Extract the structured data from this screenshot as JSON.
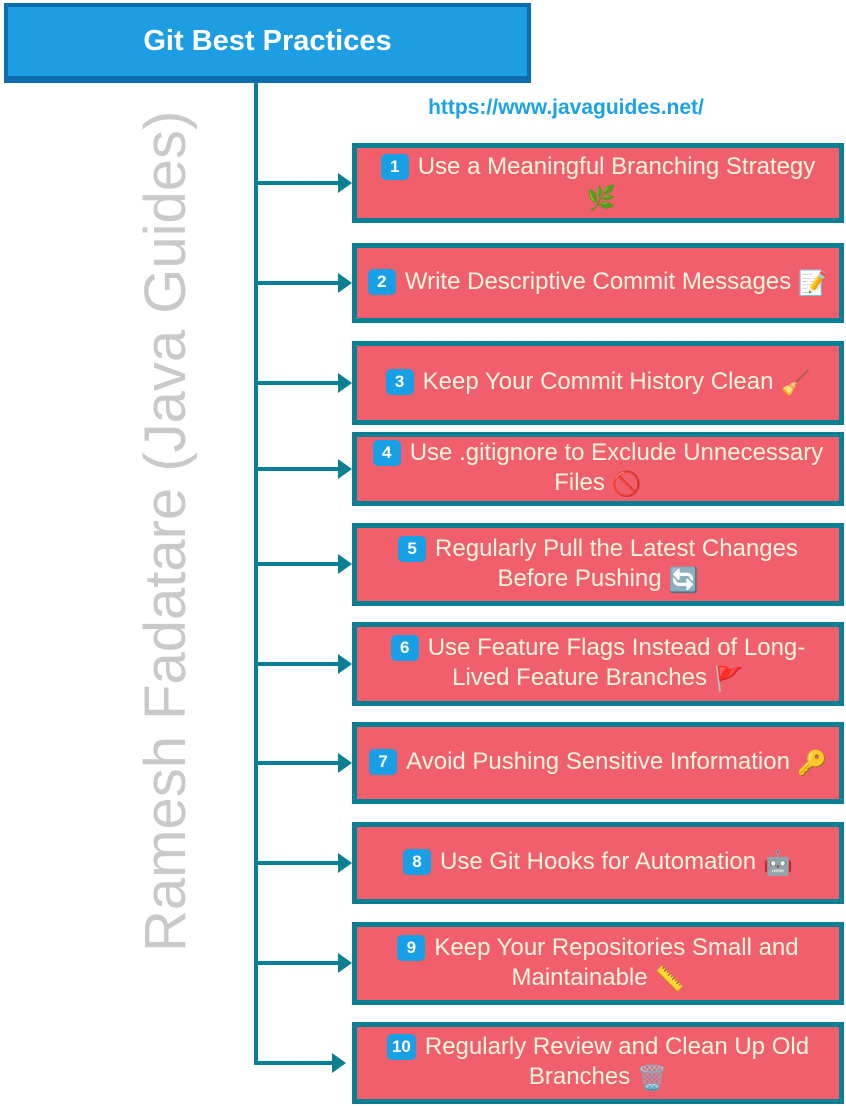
{
  "header": {
    "title": "Git Best Practices"
  },
  "url": {
    "text": "https://www.javaguides.net/"
  },
  "watermark": {
    "text": "Ramesh Fadatare (Java Guides)"
  },
  "colors": {
    "header_fill": "#1d9de2",
    "header_border": "#0d6cae",
    "connector_teal": "#087f93",
    "box_fill": "#f25f6c",
    "box_border": "#087f93",
    "box_text": "#f3f6e2",
    "badge_fill": "#17a0e6",
    "badge_text": "#ffffff",
    "url_blue": "#1ba1e8",
    "watermark_gray": "#c9c9c9"
  },
  "items": [
    {
      "number": "1",
      "label": "Use a Meaningful Branching Strategy",
      "emoji": "🌿",
      "icon": "herb-icon"
    },
    {
      "number": "2",
      "label": "Write Descriptive Commit Messages",
      "emoji": "📝",
      "icon": "memo-icon"
    },
    {
      "number": "3",
      "label": "Keep Your Commit History Clean",
      "emoji": "🧹",
      "icon": "broom-icon"
    },
    {
      "number": "4",
      "label": "Use .gitignore to Exclude Unnecessary Files",
      "emoji": "🚫",
      "icon": "prohibited-icon"
    },
    {
      "number": "5",
      "label": "Regularly Pull the Latest Changes Before Pushing",
      "emoji": "🔄",
      "icon": "counterclockwise-arrows-icon"
    },
    {
      "number": "6",
      "label": "Use Feature Flags Instead of Long-Lived Feature Branches",
      "emoji": "🚩",
      "icon": "triangular-flag-icon"
    },
    {
      "number": "7",
      "label": "Avoid Pushing Sensitive Information",
      "emoji": "🔑",
      "icon": "key-icon"
    },
    {
      "number": "8",
      "label": "Use Git Hooks for Automation",
      "emoji": "🤖",
      "icon": "robot-icon"
    },
    {
      "number": "9",
      "label": "Keep Your Repositories Small and Maintainable",
      "emoji": "📏",
      "icon": "ruler-icon"
    },
    {
      "number": "10",
      "label": "Regularly Review and Clean Up Old Branches",
      "emoji": "🗑️",
      "icon": "wastebasket-icon"
    }
  ]
}
